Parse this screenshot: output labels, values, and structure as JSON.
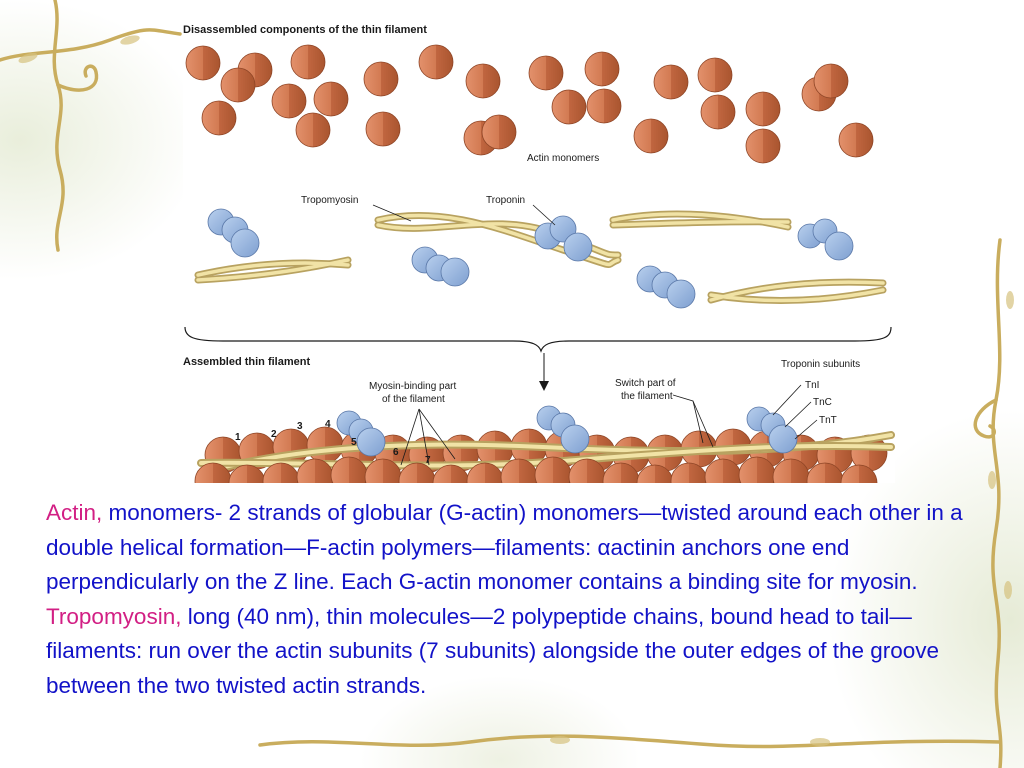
{
  "figure": {
    "title_top": "Disassembled components of the thin filament",
    "label_actin_monomers": "Actin monomers",
    "label_tropomyosin": "Tropomyosin",
    "label_troponin": "Troponin",
    "title_bottom": "Assembled thin filament",
    "label_myosin_binding": [
      "Myosin-binding part",
      "of the filament"
    ],
    "label_switch": [
      "Switch part of",
      "the filament"
    ],
    "label_troponin_subunits": "Troponin subunits",
    "subunits": [
      "TnI",
      "TnC",
      "TnT"
    ],
    "numbers": [
      "1",
      "2",
      "3",
      "4",
      "5",
      "6",
      "7"
    ],
    "colors": {
      "actin": "#c9704a",
      "troponin": "#8fb0da",
      "tropomyosin": "#dcc98a"
    }
  },
  "caption": {
    "p1_term": "Actin,",
    "p1_text": " monomers- 2 strands of globular (G-actin) monomers—twisted around each other in a double helical formation—F-actin polymers—filaments: αactinin anchors one end perpendicularly on the Z line. Each G-actin monomer contains a binding site for myosin.",
    "p2_term": "Tropomyosin,",
    "p2_text": " long (40 nm), thin molecules—2 polypeptide chains, bound head to tail—filaments: run over the actin subunits (7 subunits) alongside the outer edges of the groove between the two twisted actin strands."
  }
}
